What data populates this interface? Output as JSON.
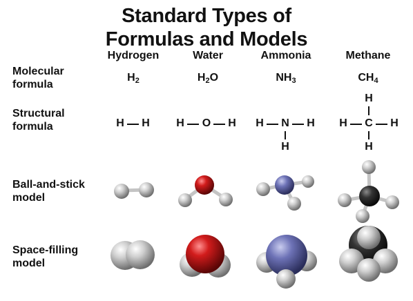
{
  "title": {
    "line1": "Standard Types of",
    "line2": "Formulas and Models"
  },
  "columns": [
    {
      "name": "Hydrogen",
      "formula_main": "H",
      "formula_sub": "2",
      "formula_tail": ""
    },
    {
      "name": "Water",
      "formula_main": "H",
      "formula_sub": "2",
      "formula_tail": "O"
    },
    {
      "name": "Ammonia",
      "formula_main": "NH",
      "formula_sub": "3",
      "formula_tail": ""
    },
    {
      "name": "Methane",
      "formula_main": "CH",
      "formula_sub": "4",
      "formula_tail": ""
    }
  ],
  "rows": {
    "molecular": {
      "line1": "Molecular",
      "line2": "formula"
    },
    "structural": {
      "line1": "Structural",
      "line2": "formula"
    },
    "ball_stick": {
      "line1": "Ball-and-stick",
      "line2": "model"
    },
    "space_filling": {
      "line1": "Space-filling",
      "line2": "model"
    }
  },
  "atoms": {
    "hydrogen": "H",
    "oxygen": "O",
    "nitrogen": "N",
    "carbon": "C"
  },
  "colors": {
    "hydrogen": "#c8c8c8",
    "oxygen": "#c81e1e",
    "nitrogen": "#6a6fb0",
    "carbon": "#2e2e2e",
    "stick": "#d0d0d0"
  }
}
